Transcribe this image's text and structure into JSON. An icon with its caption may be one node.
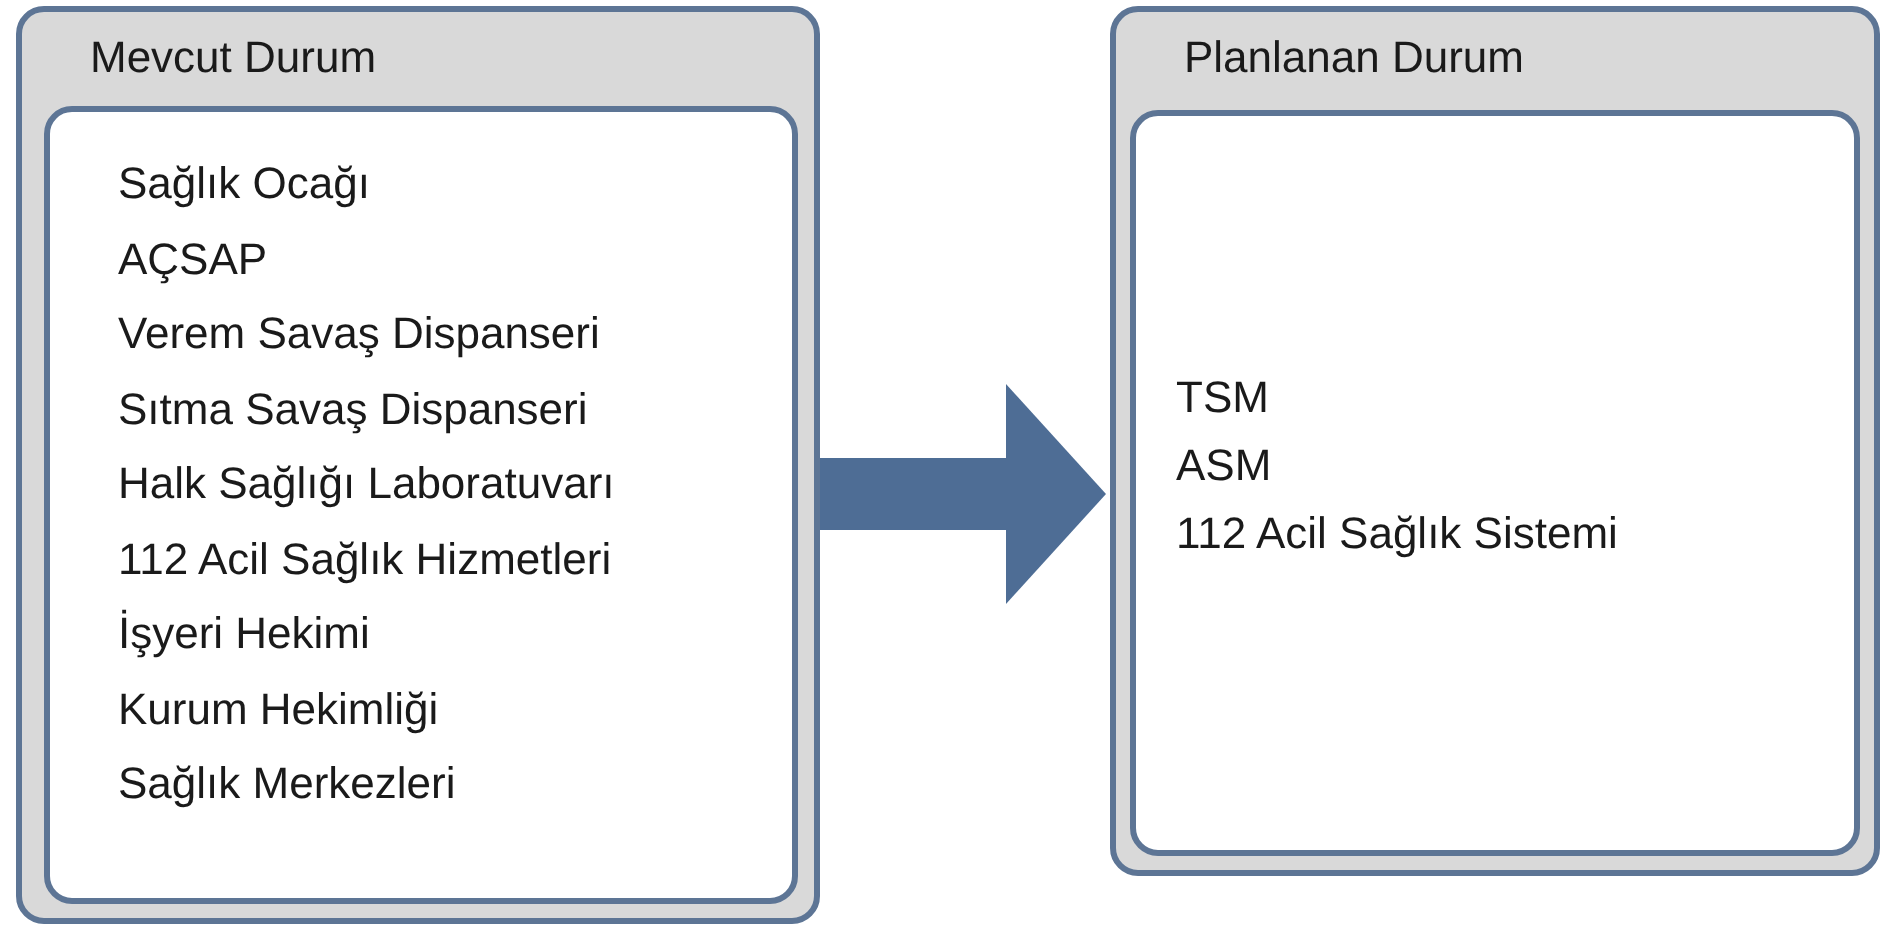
{
  "diagram": {
    "nodes": [
      {
        "text": [
          "Mevcut Durum"
        ]
      },
      {
        "text": [
          "Sağlık Ocağı",
          "AÇSAP",
          "Verem Savaş Dispanseri",
          "Sıtma Savaş Dispanseri",
          "Halk Sağlığı Laboratuvarı",
          "112 Acil Sağlık Hizmetleri",
          "İşyeri Hekimi",
          "Kurum Hekimliği",
          "Sağlık Merkezleri"
        ],
        "in": 0
      },
      {
        "text": [
          "Planlanan Durum"
        ]
      },
      {
        "text": [
          "TSM",
          "ASM",
          "112 Acil Sağlık Sistemi"
        ],
        "in": 2
      }
    ],
    "edges": [
      {
        "from": 0,
        "to": 2,
        "arrow": "to"
      }
    ]
  }
}
